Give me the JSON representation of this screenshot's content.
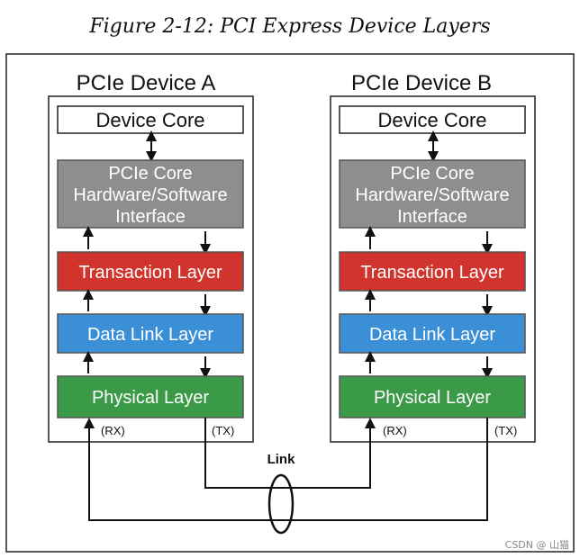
{
  "caption": "Figure 2-12: PCI Express Device Layers",
  "devices": [
    {
      "title": "PCIe Device A",
      "core": "Device Core",
      "iface": [
        "PCIe Core",
        "Hardware/Software",
        "Interface"
      ],
      "transaction": "Transaction Layer",
      "datalink": "Data Link Layer",
      "physical": "Physical Layer",
      "rx": "(RX)",
      "tx": "(TX)"
    },
    {
      "title": "PCIe Device B",
      "core": "Device Core",
      "iface": [
        "PCIe Core",
        "Hardware/Software",
        "Interface"
      ],
      "transaction": "Transaction Layer",
      "datalink": "Data Link Layer",
      "physical": "Physical Layer",
      "rx": "(RX)",
      "tx": "(TX)"
    }
  ],
  "link_label": "Link",
  "watermark": "CSDN @ 山猫",
  "colors": {
    "iface": "#8e8e8e",
    "transaction": "#d0342c",
    "datalink": "#3a8fd6",
    "physical": "#3a9a48"
  }
}
